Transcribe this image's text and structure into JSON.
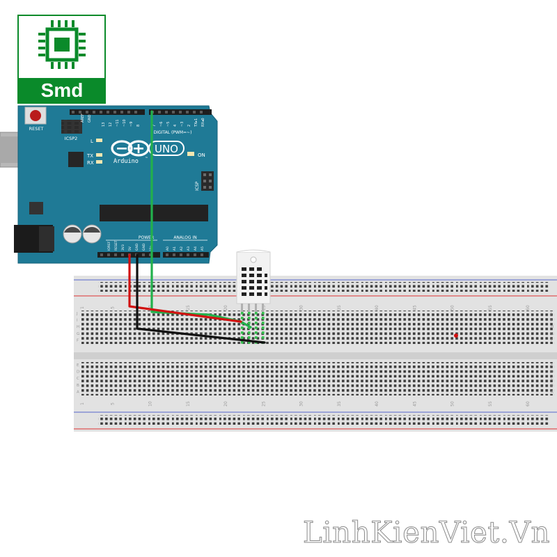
{
  "logo": {
    "text": "Smd",
    "color": "#0a8a2a"
  },
  "arduino": {
    "reset_label": "RESET",
    "icsp2_label": "ICSP2",
    "l_label": "L",
    "tx_label": "TX",
    "rx_label": "RX",
    "brand_label": "Arduino",
    "trademark": "™",
    "model_label": "UNO",
    "on_label": "ON",
    "icsp_label": "ICSP",
    "digital_label": "DIGITAL (PWM=~)",
    "power_label": "POWER",
    "analog_label": "ANALOG IN",
    "aref_label": "AREF",
    "gnd_label": "GND",
    "digital_pins": [
      "13",
      "12",
      "~11",
      "~10",
      "~9",
      "8",
      "7",
      "~6",
      "~5",
      "4",
      "~3",
      "2",
      "TX▸1",
      "RX◂0"
    ],
    "power_pins": [
      "IOREF",
      "RESET",
      "3V3",
      "5V",
      "GND",
      "GND",
      "Vin"
    ],
    "analog_pins": [
      "A0",
      "A1",
      "A2",
      "A3",
      "A4",
      "A5"
    ],
    "board_color": "#1f7a96"
  },
  "breadboard": {
    "column_numbers": [
      "1",
      "5",
      "10",
      "15",
      "20",
      "25",
      "30",
      "35",
      "40",
      "45",
      "50",
      "55",
      "60"
    ],
    "row_letters_top": [
      "J",
      "I",
      "H",
      "G",
      "F"
    ],
    "row_letters_bottom": [
      "E",
      "D",
      "C",
      "B",
      "A"
    ]
  },
  "wires": {
    "power_color": "#d11111",
    "ground_color": "#111111",
    "signal_color": "#22b14c"
  },
  "watermark": "LinhKienViet.Vn"
}
